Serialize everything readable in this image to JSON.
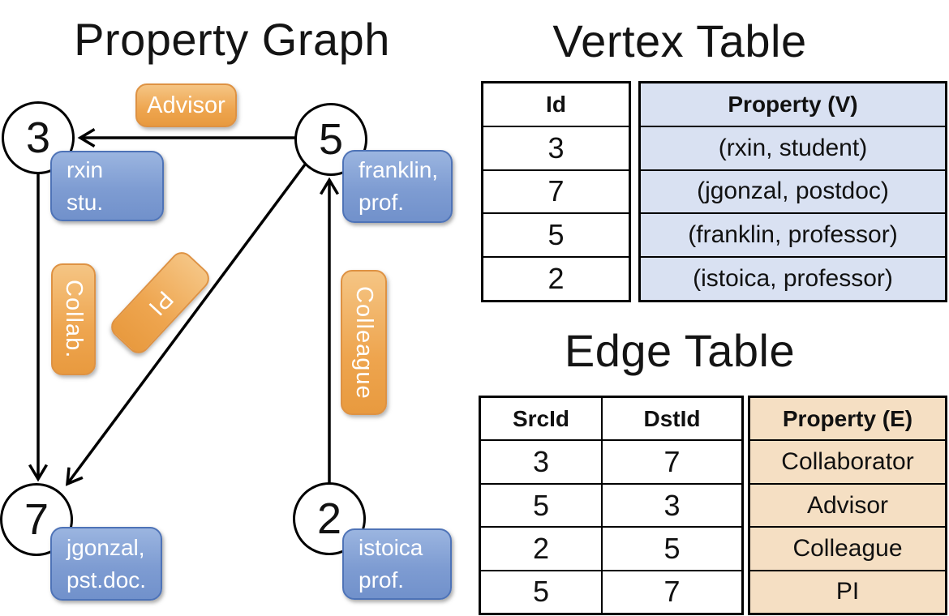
{
  "titles": {
    "graph": "Property Graph",
    "vertex_table": "Vertex Table",
    "edge_table": "Edge Table"
  },
  "colors": {
    "blue_pill_top": "#9BB5E0",
    "blue_pill_bottom": "#7191CB",
    "blue_pill_border": "#4E73B7",
    "orange_pill_top": "#F5C584",
    "orange_pill_bottom": "#E89A3F",
    "orange_pill_border": "#DE9243",
    "vertex_column_fill": "#D9E1F2",
    "edge_column_fill": "#F5DFC3",
    "line_color": "#000000"
  },
  "graph": {
    "nodes": [
      {
        "id": "3",
        "prop_lines": [
          "rxin",
          "stu."
        ]
      },
      {
        "id": "5",
        "prop_lines": [
          "franklin,",
          "prof."
        ]
      },
      {
        "id": "7",
        "prop_lines": [
          "jgonzal,",
          "pst.doc."
        ]
      },
      {
        "id": "2",
        "prop_lines": [
          "istoica",
          "prof."
        ]
      }
    ],
    "edge_labels": [
      "Advisor",
      "Collab.",
      "PI",
      "Colleague"
    ]
  },
  "vertex_table": {
    "headers": [
      "Id",
      "Property (V)"
    ],
    "rows": [
      [
        "3",
        "(rxin, student)"
      ],
      [
        "7",
        "(jgonzal, postdoc)"
      ],
      [
        "5",
        "(franklin, professor)"
      ],
      [
        "2",
        "(istoica, professor)"
      ]
    ]
  },
  "edge_table": {
    "headers": [
      "SrcId",
      "DstId",
      "Property (E)"
    ],
    "rows": [
      [
        "3",
        "7",
        "Collaborator"
      ],
      [
        "5",
        "3",
        "Advisor"
      ],
      [
        "2",
        "5",
        "Colleague"
      ],
      [
        "5",
        "7",
        "PI"
      ]
    ]
  }
}
